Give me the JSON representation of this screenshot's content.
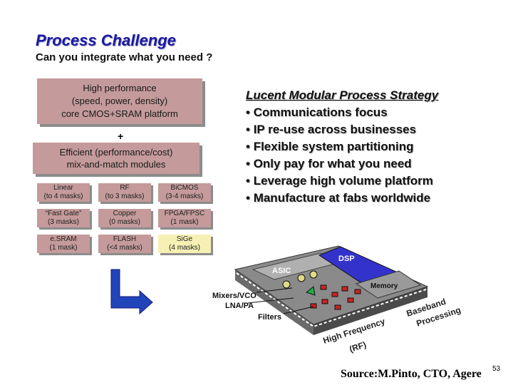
{
  "slide": {
    "title": "Process Challenge",
    "subtitle": "Can you integrate what you need ?"
  },
  "left": {
    "high_perf_box": "High performance\n(speed, power, density)\ncore CMOS+SRAM platform",
    "plus": "+",
    "efficient_box": "Efficient (performance/cost)\nmix-and-match modules",
    "modules": [
      {
        "label": "Linear\n(to 4 masks)",
        "style": "pink"
      },
      {
        "label": "RF\n(to 3 masks)",
        "style": "pink"
      },
      {
        "label": "BiCMOS\n(3-4 masks)",
        "style": "pink"
      },
      {
        "label": "“Fast Gate”\n(3 masks)",
        "style": "pink"
      },
      {
        "label": "Copper\n(0 masks)",
        "style": "pink"
      },
      {
        "label": "FPGA/FPSC\n(1 mask)",
        "style": "pink"
      },
      {
        "label": "e.SRAM\n(1 mask)",
        "style": "pink"
      },
      {
        "label": "FLASH\n(<4 masks)",
        "style": "pink"
      },
      {
        "label": "SiGe\n(4 masks)",
        "style": "yellow"
      }
    ]
  },
  "strategy": {
    "heading": "Lucent Modular Process Strategy",
    "bullets": [
      "Communications focus",
      "IP re-use across businesses",
      "Flexible system partitioning",
      "Only pay for what you need",
      "Leverage high volume platform",
      "Manufacture at fabs worldwide"
    ]
  },
  "chip": {
    "asic": "ASIC",
    "dsp": "DSP",
    "memory": "Memory",
    "mixers": "Mixers/VCO",
    "lna": "LNA/PA",
    "filters": "Filters",
    "baseband_1": "Baseband",
    "baseband_2": "Processing",
    "hf_1": "High Frequency",
    "hf_2": "(RF)"
  },
  "footer": {
    "source": "Source:M.Pinto, CTO, Agere",
    "page": "53"
  },
  "colors": {
    "title": "#1a1aa0",
    "box": "#c49a9a",
    "module_highlight": "#f6f0b4",
    "chip_top": "#8a8a8a",
    "dsp_block": "#3333cc",
    "arrow": "#2233aa"
  }
}
